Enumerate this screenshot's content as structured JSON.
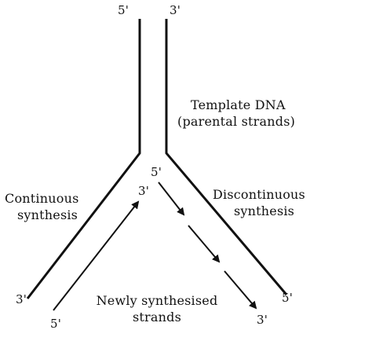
{
  "strand_ends": {
    "top_left": "5'",
    "top_right": "3'",
    "fork_left": "3'",
    "fork_right": "5'",
    "bottom_left_outer": "3'",
    "bottom_left_inner": "5'",
    "bottom_right_outer": "5'",
    "bottom_right_inner": "3'"
  },
  "labels": {
    "template_line1": "Template DNA",
    "template_line2": "(parental strands)",
    "continuous_line1": "Continuous",
    "continuous_line2": "synthesis",
    "discontinuous_line1": "Discontinuous",
    "discontinuous_line2": "synthesis",
    "newly_line1": "Newly synthesised",
    "newly_line2": "strands"
  },
  "colors": {
    "ink": "#111111",
    "background": "#ffffff"
  }
}
